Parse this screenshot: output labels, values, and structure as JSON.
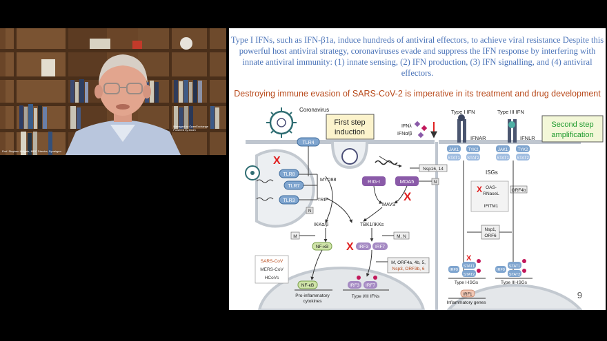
{
  "video": {
    "speaker_caption": "Prof. Stephen Holgate, MRC Director, Synairgen",
    "watermark_line1": "Managed by OpenExchange",
    "watermark_line2": "Powered by Zoom"
  },
  "slide": {
    "intro_text": "Type I IFNs, such as IFN-β1a, induce hundreds of antiviral effectors, to achieve viral resistance Despite this powerful host antiviral strategy, coronaviruses evade and suppress the IFN response by interfering with innate antiviral immunity: (1) innate sensing, (2) IFN production, (3) IFN signalling, and (4) antiviral effectors.",
    "headline": "Destroying immune evasion of SARS-CoV-2 is imperative in its treatment and drug development",
    "page_number": "9",
    "figure": {
      "coronavirus": "Coronavirus",
      "first_step": [
        "First step",
        "induction"
      ],
      "second_step": [
        "Second step",
        "amplification"
      ],
      "ifna": "IFNλ",
      "ifnab": "IFNα/β",
      "type1_ifn": "Type I IFN",
      "type3_ifn": "Type III IFN",
      "ifnar": "IFNAR",
      "ifnlr": "IFNLR",
      "tlr4": "TLR4",
      "tlr8": "TLR8",
      "tlr7": "TLR7",
      "tlr3": "TLR3",
      "myd88": "MYD88",
      "trif": "TRIF",
      "n": "N",
      "nsp16": "Nsp16, 14",
      "rigi": "RIG-I",
      "mda5": "MDA5",
      "mavs": "MAVS",
      "ikk": "IKKα/β",
      "tbk1": "TBK1/IKKs",
      "m": "M",
      "mn": "M, N",
      "nfkb": "NF-κB",
      "irf3": "IRF3",
      "irf7": "IRF7",
      "sars": "SARS-CoV",
      "mers": "MERS-CoV",
      "hcovs": "HCoVs",
      "orf": [
        "M, ORF4a, 4b, 5,",
        "Nsp3, ORF3b, 6"
      ],
      "proinflam": [
        "Pro-inflammatory",
        "cytokines"
      ],
      "typeifns": "Type I/III IFNs",
      "jak1": "JAK1",
      "tyk2": "TYK2",
      "stat1": "STAT1",
      "stat2": "STAT2",
      "isgs": "ISGs",
      "oas": [
        "OAS-",
        "RNaseL"
      ],
      "ifitm1": "IFITM1",
      "orf4b": "ORF4b",
      "nsp1": [
        "Nsp1,",
        "ORF6"
      ],
      "irf9": "IRF9",
      "typei_isgs": "Type I-ISGs",
      "typeiii_isgs": "Type III-ISGs",
      "irf1": "IRF1",
      "inflam_genes": "Inflammatory genes"
    }
  },
  "colors": {
    "slide_text_blue": "#4a73b8",
    "headline_orange": "#b8491a",
    "first_step_fill": "#fcf3cc",
    "second_step_fill": "#f3f7d8",
    "second_step_text": "#1f9a2e",
    "inhibit_red": "#e02020",
    "receptor_blue": "#7fa5cf",
    "purple": "#8a5aa8"
  }
}
